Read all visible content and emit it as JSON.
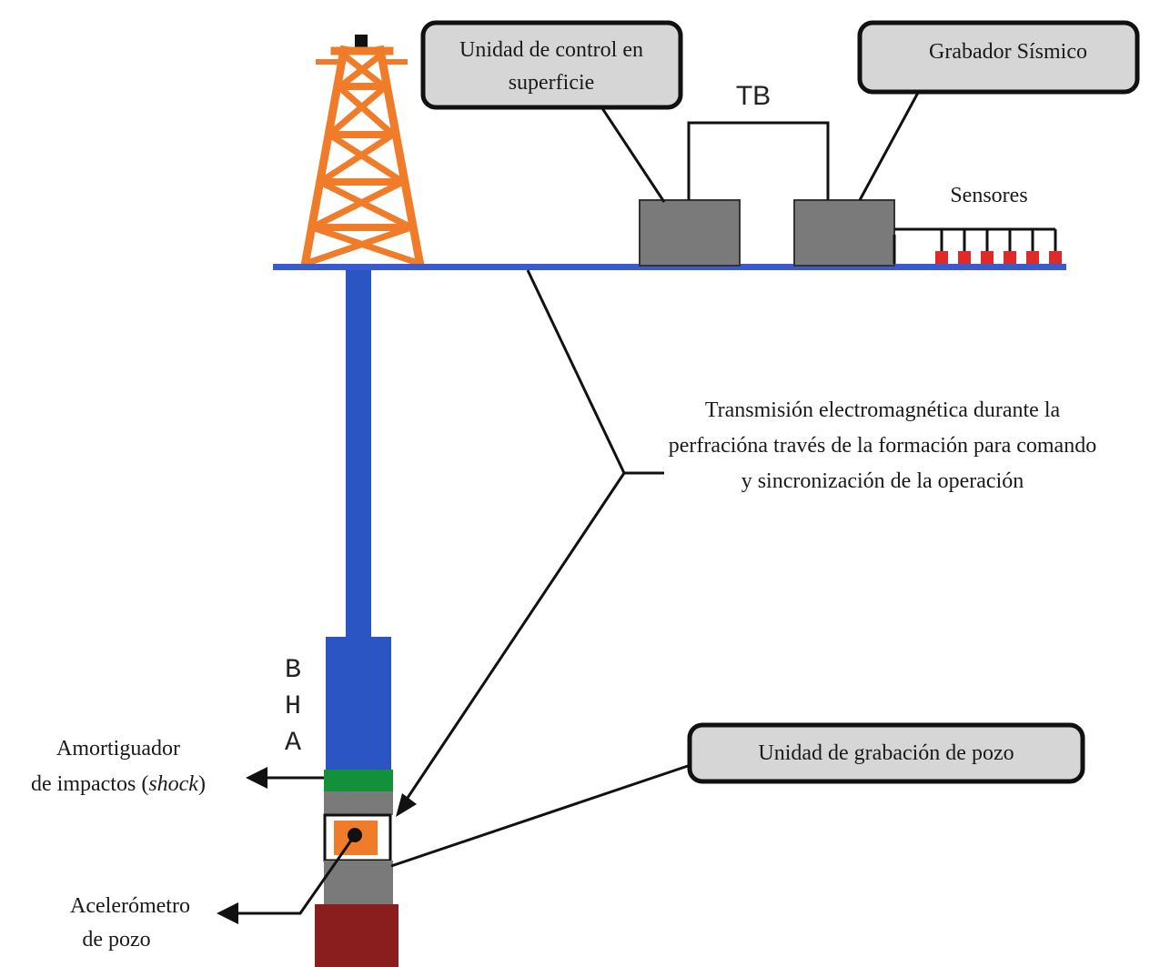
{
  "callouts": {
    "surface_control": {
      "line1": "Unidad de control en",
      "line2": "superficie"
    },
    "seismic_recorder": {
      "line1": "Grabador Sísmico"
    },
    "well_recorder": {
      "line1": "Unidad de grabación de pozo"
    }
  },
  "labels": {
    "tb": "TB",
    "sensors": "Sensores",
    "transmission": {
      "line1": "Transmisión electromagnética durante la",
      "line2": "perfraciónа través de la formación para comando",
      "line3": "y sincronización de la operación"
    },
    "bha": [
      "B",
      "H",
      "A"
    ],
    "shock_absorber": {
      "line1": "Amortiguador",
      "line2_prefix": "de impactos (",
      "line2_italic": "shock",
      "line2_suffix": ")"
    },
    "accelerometer": {
      "line1": "Acelerómetro",
      "line2": "de pozo"
    }
  },
  "colors": {
    "rig": "#f07c2a",
    "ground_line": "#3a5bd0",
    "drill_string": "#2a55c2",
    "shock_sub": "#13903a",
    "gray_sub": "#7a7a7a",
    "sensor_module": "#f07c2a",
    "bit": "#8a1d1d",
    "box_gray": "#7a7a7a",
    "callout_fill": "#d6d6d6",
    "sensor_dots": "#e02a2a"
  }
}
